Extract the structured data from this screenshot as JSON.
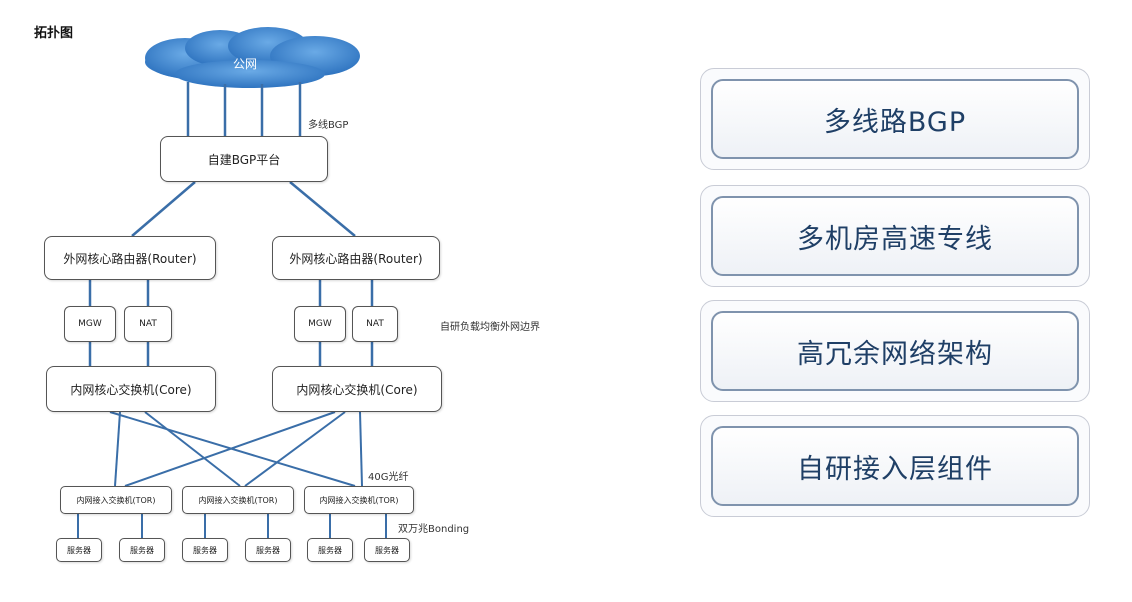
{
  "page": {
    "title": "拓扑图"
  },
  "diagram": {
    "cloud": "公网",
    "note_bgp": "多线BGP",
    "bgp_platform": "自建BGP平台",
    "router_left": "外网核心路由器(Router)",
    "router_right": "外网核心路由器(Router)",
    "mgw_left": "MGW",
    "nat_left": "NAT",
    "mgw_right": "MGW",
    "nat_right": "NAT",
    "note_boundary": "自研负载均衡外网边界",
    "core_left": "内网核心交换机(Core)",
    "core_right": "内网核心交换机(Core)",
    "note_fiber": "40G光纤",
    "tor_1": "内网接入交换机(TOR)",
    "tor_2": "内网接入交换机(TOR)",
    "tor_3": "内网接入交换机(TOR)",
    "note_bonding": "双万兆Bonding",
    "servers": [
      "服务器",
      "服务器",
      "服务器",
      "服务器",
      "服务器",
      "服务器"
    ]
  },
  "panel": {
    "items": [
      "多线路BGP",
      "多机房高速专线",
      "高冗余网络架构",
      "自研接入层组件"
    ]
  },
  "colors": {
    "cloud": "#4a8fd0",
    "panel_text": "#1f3f66",
    "panel_border": "#7f93ad"
  }
}
